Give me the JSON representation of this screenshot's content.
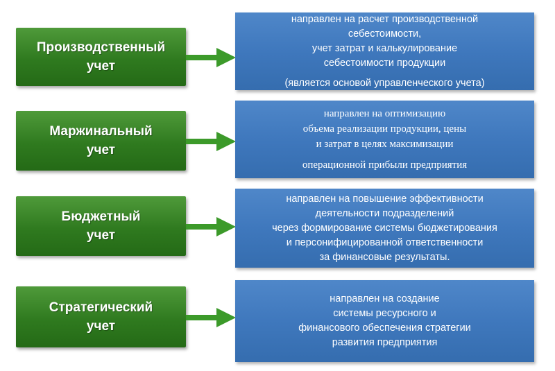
{
  "rows": [
    {
      "category": "Производственный\nучет",
      "description": [
        "направлен на расчет производственной",
        "себестоимости,",
        "учет затрат и калькулирование",
        "себестоимости продукции",
        "(является основой управленческого учета)"
      ]
    },
    {
      "category": "Маржинальный\nучет",
      "description": [
        "направлен на оптимизацию",
        "объема реализации продукции, цены",
        "и затрат в целях максимизации",
        "операционной прибыли предприятия"
      ]
    },
    {
      "category": "Бюджетный\nучет",
      "description": [
        "направлен на повышение эффективности",
        "деятельности подразделений",
        "через формирование системы бюджетирования",
        "и персонифицированной ответственности",
        "за финансовые результаты."
      ]
    },
    {
      "category": "Стратегический\nучет",
      "description": [
        "направлен на создание",
        "системы ресурсного и",
        "финансового обеспечения стратегии",
        "развития предприятия"
      ]
    }
  ],
  "colors": {
    "green": "#2f7a1f",
    "blue": "#3f78bd",
    "arrow": "#3c9a2a"
  }
}
